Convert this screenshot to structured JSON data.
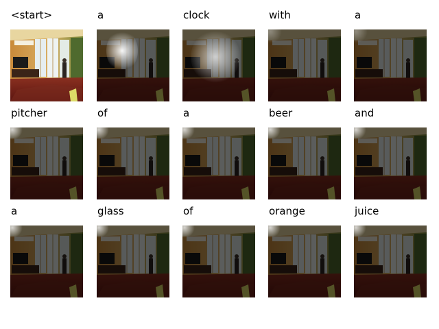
{
  "words": [
    {
      "label": "<start>",
      "attention": "none"
    },
    {
      "label": "a",
      "attention": "upper-center"
    },
    {
      "label": "clock",
      "attention": "center"
    },
    {
      "label": "with",
      "attention": "faint"
    },
    {
      "label": "a",
      "attention": "faint"
    },
    {
      "label": "pitcher",
      "attention": "top-left-corner"
    },
    {
      "label": "of",
      "attention": "top-left-corner"
    },
    {
      "label": "a",
      "attention": "top-left-corner"
    },
    {
      "label": "beer",
      "attention": "top-left-corner"
    },
    {
      "label": "and",
      "attention": "top-left-corner"
    },
    {
      "label": "a",
      "attention": "top-left-corner"
    },
    {
      "label": "glass",
      "attention": "top-left-corner"
    },
    {
      "label": "of",
      "attention": "top-left-corner"
    },
    {
      "label": "orange",
      "attention": "top-left-corner"
    },
    {
      "label": "juice",
      "attention": "top-left-corner"
    }
  ]
}
